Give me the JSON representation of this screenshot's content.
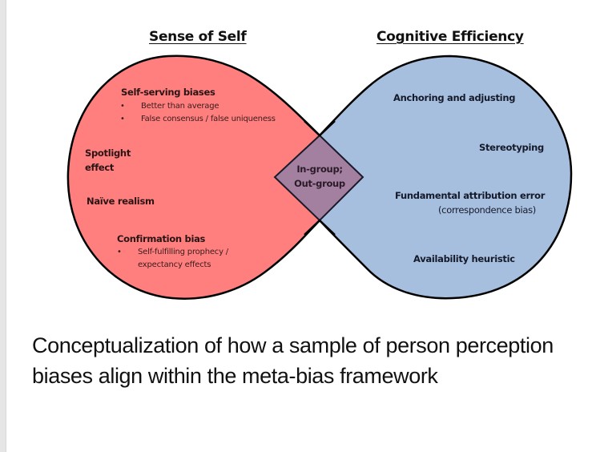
{
  "diagram": {
    "left_category": {
      "title": "Sense of Self",
      "color": "#ff7f7f",
      "items": [
        {
          "label": "Self-serving biases",
          "subitems": [
            "Better than average",
            "False consensus / false uniqueness"
          ]
        },
        {
          "label": "Spotlight effect",
          "lines": [
            "Spotlight",
            "effect"
          ]
        },
        {
          "label": "Naïve realism"
        },
        {
          "label": "Confirmation bias",
          "subitems": [
            "Self-fulfilling prophecy / expectancy effects"
          ],
          "sub_lines": [
            "Self-fulfilling prophecy /",
            "expectancy effects"
          ]
        }
      ]
    },
    "right_category": {
      "title": "Cognitive Efficiency",
      "color": "#a7bfdf",
      "items": [
        {
          "label": "Anchoring and adjusting"
        },
        {
          "label": "Stereotyping"
        },
        {
          "label": "Fundamental attribution error",
          "note": "(correspondence bias)"
        },
        {
          "label": "Availability heuristic"
        }
      ]
    },
    "overlap": {
      "lines": [
        "In-group;",
        "Out-group"
      ],
      "color": "#a3809f"
    },
    "bullet_glyph": "•"
  },
  "caption": "Conceptualization of how a sample of person perception biases align within the meta-bias framework"
}
